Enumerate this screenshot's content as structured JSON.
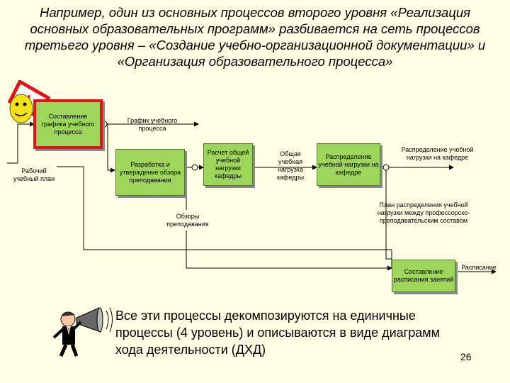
{
  "title": {
    "line1": "Например, один из основных процессов второго уровня  «Реализация",
    "line2": "основных образовательных программ» разбивается на сеть процессов",
    "line3": "третьего уровня – «Создание учебно-организационной документации» и",
    "line4": "«Организация образовательного процесса»"
  },
  "boxes": {
    "schedule_graph": "Составление графика учебного процесса",
    "develop_reviews": "Разработка и утверждение обзора преподавания",
    "calc_load": "Расчет общей учебной нагрузки кафедры",
    "distribute_load": "Распределение учебной нагрузки на кафедре",
    "timetable": "Составление расписания занятий"
  },
  "labels": {
    "curriculum": "Рабочий учебный план",
    "schedule_output": "График учебного процесса",
    "reviews": "Обзоры преподавания",
    "total_load": "Общая учебная нагрузка кафедры",
    "dept_load": "Распределение учебной нагрузки на кафедре",
    "load_plan": "План распределения учебной нагрузки между профессорско-преподавательским составом",
    "timetable_output": "Расписание"
  },
  "bottom_text": "Все эти процессы декомпозируются на единичные процессы (4 уровень) и описываются в виде диаграмм хода деятельности (ДХД)",
  "page_number": "26",
  "colors": {
    "box_fill": "#9DD65B",
    "highlight_border": "#E0141A",
    "background": "#FFFFE5"
  },
  "icons": [
    "smiley-warning-sign-icon",
    "man-with-megaphone-icon"
  ]
}
